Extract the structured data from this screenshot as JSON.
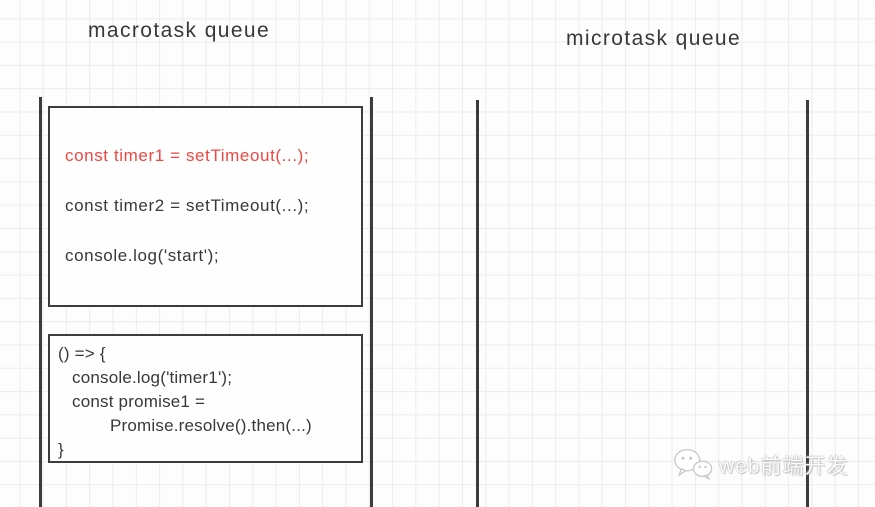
{
  "titles": {
    "macrotask": "macrotask queue",
    "microtask": "microtask queue"
  },
  "macrotask_queue": {
    "task1_lines": [
      {
        "text": "const timer1 = setTimeout(...);",
        "color": "accent_red"
      },
      {
        "text": "const timer2 = setTimeout(...);",
        "color": "ink"
      },
      {
        "text": "console.log('start');",
        "color": "ink"
      }
    ],
    "task2_lines": [
      {
        "text": "() => {"
      },
      {
        "text": "console.log('timer1');"
      },
      {
        "text": "const promise1 ="
      },
      {
        "text": "Promise.resolve().then(...)"
      },
      {
        "text": "}"
      }
    ]
  },
  "microtask_queue": {
    "items": []
  },
  "watermark": {
    "icon": "wechat-icon",
    "label": "web前端开发"
  },
  "colors": {
    "accent_red": "#ee4741",
    "ink": "#383838",
    "rail": "#3c3c3c",
    "grid_line": "#ececec"
  }
}
